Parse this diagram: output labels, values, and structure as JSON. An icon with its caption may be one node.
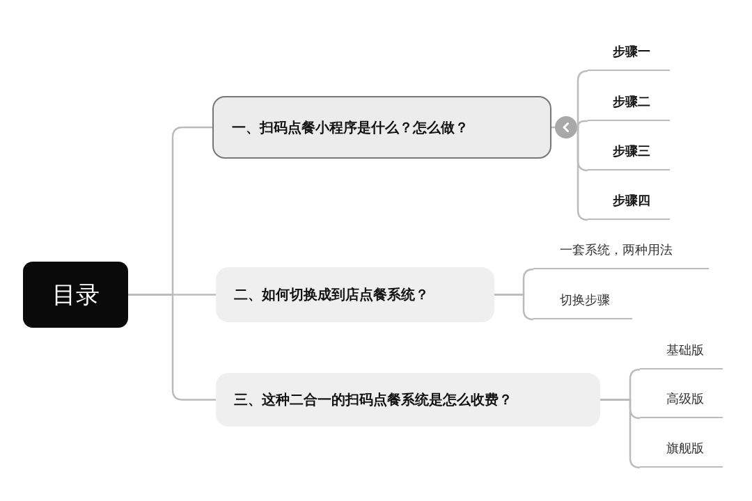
{
  "diagram": {
    "nodes": [
      {
        "text": [
          "目录"
        ]
      },
      {
        "text": [
          "一、扫码点餐小程序是什么？怎么做？"
        ]
      },
      {
        "text": [],
        "shape": "circle"
      },
      {
        "text": [
          "步骤一"
        ]
      },
      {
        "text": [
          "步骤二"
        ]
      },
      {
        "text": [
          "步骤三"
        ]
      },
      {
        "text": [
          "步骤四"
        ]
      },
      {
        "text": [
          "二、如何切换成到店点餐系统？"
        ]
      },
      {
        "text": [
          "一套系统，两种用法"
        ]
      },
      {
        "text": [
          "切换步骤"
        ]
      },
      {
        "text": [
          "三、这种二合一的扫码点餐系统是怎么收费？"
        ]
      },
      {
        "text": [
          "基础版"
        ]
      },
      {
        "text": [
          "高级版"
        ]
      },
      {
        "text": [
          "旗舰版"
        ]
      }
    ],
    "edges": [
      {
        "from": 0,
        "to": 1,
        "arrow": "none"
      },
      {
        "from": 0,
        "to": 7,
        "arrow": "none"
      },
      {
        "from": 0,
        "to": 10,
        "arrow": "none"
      },
      {
        "from": 1,
        "to": 2,
        "arrow": "none"
      },
      {
        "from": 2,
        "to": 3,
        "arrow": "none"
      },
      {
        "from": 2,
        "to": 4,
        "arrow": "none"
      },
      {
        "from": 2,
        "to": 5,
        "arrow": "none"
      },
      {
        "from": 2,
        "to": 6,
        "arrow": "none"
      },
      {
        "from": 7,
        "to": 8,
        "arrow": "none"
      },
      {
        "from": 7,
        "to": 9,
        "arrow": "none"
      },
      {
        "from": 10,
        "to": 11,
        "arrow": "none"
      },
      {
        "from": 10,
        "to": 12,
        "arrow": "none"
      },
      {
        "from": 10,
        "to": 13,
        "arrow": "none"
      }
    ]
  }
}
